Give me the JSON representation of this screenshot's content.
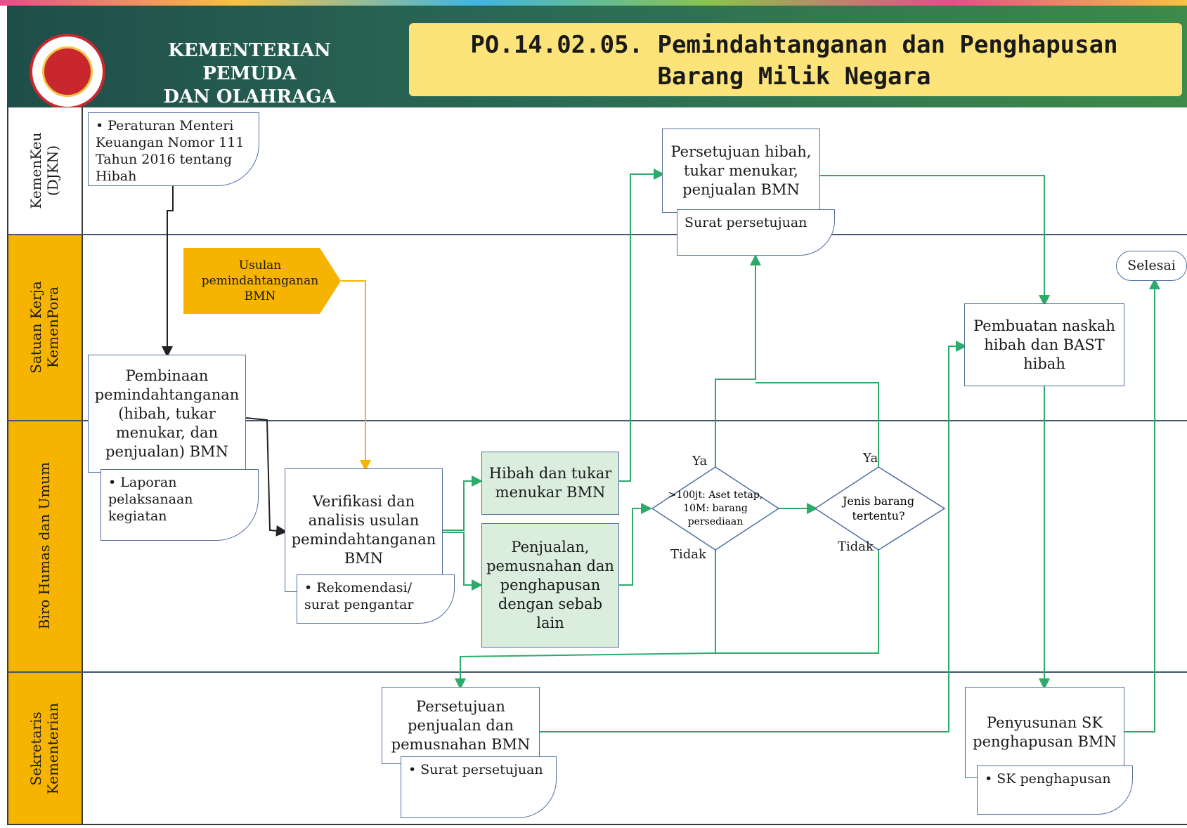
{
  "header": {
    "org_line1": "KEMENTERIAN PEMUDA",
    "org_line2": "DAN OLAHRAGA",
    "title_line1": "PO.14.02.05.  Pemindahtanganan  dan Penghapusan",
    "title_line2": "Barang Milik Negara"
  },
  "lanes": [
    {
      "label_line1": "KemenKeu",
      "label_line2": "(DJKN)"
    },
    {
      "label_line1": "Satuan Kerja",
      "label_line2": "KemenPora"
    },
    {
      "label_line1": "Biro Humas dan Umum",
      "label_line2": ""
    },
    {
      "label_line1": "Sekretaris",
      "label_line2": "Kementerian"
    }
  ],
  "nodes": {
    "regulation": "Peraturan Menteri Keuangan Nomor 111 Tahun 2016 tentang Hibah",
    "proposal": "Usulan pemindahtanganan BMN",
    "coaching": "Pembinaan pemindahtanganan (hibah, tukar menukar, dan penjualan) BMN",
    "report": "Laporan pelaksanaan kegiatan",
    "verification": "Verifikasi dan analisis usulan pemindahtanganan BMN",
    "recommendation": "Rekomendasi/ surat pengantar",
    "grant_exchange": "Hibah dan tukar menukar BMN",
    "sale_destruction": "Penjualan, pemusnahan dan penghapusan dengan sebab lain",
    "decision_value": ">100jt: Aset tetap, 10M: barang persediaan",
    "decision_type": "Jenis barang tertentu?",
    "approval_djkn": "Persetujuan hibah, tukar menukar, penjualan BMN",
    "approval_letter_djkn": "Surat persetujuan",
    "grant_draft": "Pembuatan naskah hibah dan BAST hibah",
    "end": "Selesai",
    "approval_secretary": "Persetujuan penjualan dan pemusnahan BMN",
    "approval_letter_secretary": "Surat persetujuan",
    "sk_drafting": "Penyusunan SK penghapusan BMN",
    "sk_doc": "SK penghapusan"
  },
  "labels": {
    "yes1": "Ya",
    "no1": "Tidak",
    "yes2": "Ya",
    "no2": "Tidak"
  },
  "colors": {
    "lane_label": "#f6b400",
    "header_dark": "#1f4e4a",
    "title_box": "#fde47a",
    "green_box": "#dbeedd",
    "flow_green": "#2eaa6b",
    "flow_yellow": "#f6b400",
    "flow_black": "#222222"
  }
}
